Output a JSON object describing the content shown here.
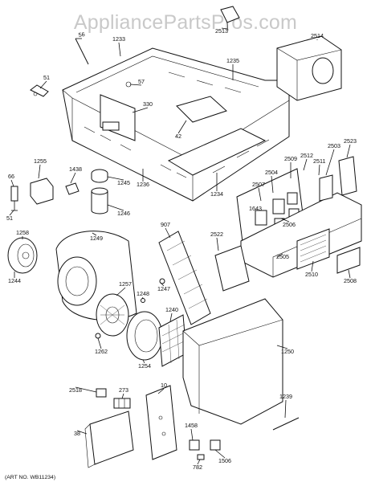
{
  "watermark": "AppliancePartsPros.com",
  "art_number": "(ART NO. WB11234)",
  "callouts": [
    {
      "id": "56",
      "text": "56"
    },
    {
      "id": "1233",
      "text": "1233"
    },
    {
      "id": "2513",
      "text": "2513"
    },
    {
      "id": "2514",
      "text": "2514"
    },
    {
      "id": "1235",
      "text": "1235"
    },
    {
      "id": "51a",
      "text": "51"
    },
    {
      "id": "57",
      "text": "57"
    },
    {
      "id": "330",
      "text": "330"
    },
    {
      "id": "42",
      "text": "42"
    },
    {
      "id": "1255",
      "text": "1255"
    },
    {
      "id": "1438",
      "text": "1438"
    },
    {
      "id": "66",
      "text": "66"
    },
    {
      "id": "1245",
      "text": "1245"
    },
    {
      "id": "1236",
      "text": "1236"
    },
    {
      "id": "1246",
      "text": "1246"
    },
    {
      "id": "51b",
      "text": "51"
    },
    {
      "id": "1234",
      "text": "1234"
    },
    {
      "id": "2512",
      "text": "2512"
    },
    {
      "id": "2509",
      "text": "2509"
    },
    {
      "id": "2511",
      "text": "2511"
    },
    {
      "id": "2503",
      "text": "2503"
    },
    {
      "id": "2523",
      "text": "2523"
    },
    {
      "id": "2504",
      "text": "2504"
    },
    {
      "id": "2507",
      "text": "2507"
    },
    {
      "id": "1643",
      "text": "1643"
    },
    {
      "id": "2506",
      "text": "2506"
    },
    {
      "id": "1258",
      "text": "1258"
    },
    {
      "id": "1249",
      "text": "1249"
    },
    {
      "id": "907",
      "text": "907"
    },
    {
      "id": "2522",
      "text": "2522"
    },
    {
      "id": "2505",
      "text": "2505"
    },
    {
      "id": "2510",
      "text": "2510"
    },
    {
      "id": "2508",
      "text": "2508"
    },
    {
      "id": "1244",
      "text": "1244"
    },
    {
      "id": "1257",
      "text": "1257"
    },
    {
      "id": "1247",
      "text": "1247"
    },
    {
      "id": "1248",
      "text": "1248"
    },
    {
      "id": "1240",
      "text": "1240"
    },
    {
      "id": "1262",
      "text": "1262"
    },
    {
      "id": "1254",
      "text": "1254"
    },
    {
      "id": "1250",
      "text": "1250"
    },
    {
      "id": "2518",
      "text": "2518"
    },
    {
      "id": "273",
      "text": "273"
    },
    {
      "id": "10",
      "text": "10"
    },
    {
      "id": "1239",
      "text": "1239"
    },
    {
      "id": "38",
      "text": "38"
    },
    {
      "id": "1458",
      "text": "1458"
    },
    {
      "id": "1506",
      "text": "1506"
    },
    {
      "id": "782",
      "text": "782"
    }
  ]
}
